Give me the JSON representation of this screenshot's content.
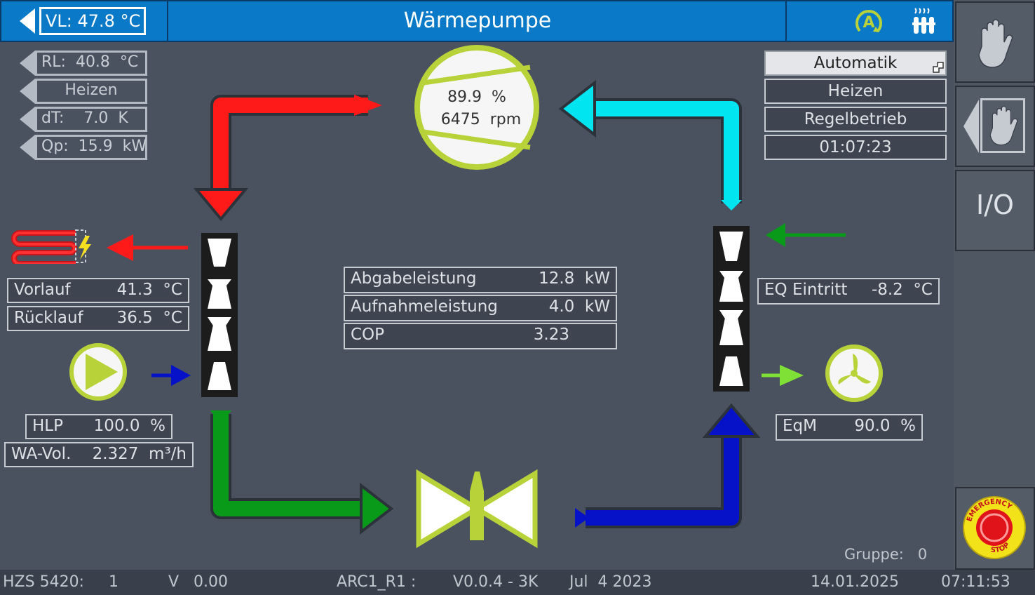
{
  "header": {
    "title": "Wärmepumpe",
    "vl": "VL:  47.8 °C"
  },
  "left_tags": {
    "rl": "RL:  40.8  °C",
    "mode": "Heizen",
    "dt": "dT:    7.0  K",
    "qp": "Qp:  15.9  kW"
  },
  "compressor": {
    "percent": "89.9  %",
    "rpm": "6475  rpm"
  },
  "right_status": {
    "automatik": "Automatik",
    "heizen": "Heizen",
    "regelbetrieb": "Regelbetrieb",
    "time": "01:07:23"
  },
  "left_values": {
    "vorlauf_label": "Vorlauf",
    "vorlauf_value": "41.3  °C",
    "ruecklauf_label": "Rücklauf",
    "ruecklauf_value": "36.5  °C",
    "hlp_label": "HLP",
    "hlp_value": "100.0  %",
    "wavol_label": "WA-Vol.",
    "wavol_value": "2.327  m³/h"
  },
  "center_values": {
    "abgabe_label": "Abgabeleistung",
    "abgabe_value": "12.8  kW",
    "aufnahme_label": "Aufnahmeleistung",
    "aufnahme_value": "4.0  kW",
    "cop_label": "COP",
    "cop_value": "3.23"
  },
  "right_values": {
    "eq_label": "EQ Eintritt",
    "eq_value": "-8.2  °C",
    "eqm_label": "EqM",
    "eqm_value": "90.0  %"
  },
  "sidebar": {
    "io_label": "I/O",
    "emergency_label": "EMERGENCY STOP"
  },
  "gruppe": "Gruppe:   0",
  "statusbar": {
    "hzs": "HZS 5420:     1",
    "v": "V   0.00",
    "arc": "ARC1_R1 :",
    "version": "V0.0.4 - 3K",
    "build": "Jul  4 2023",
    "date": "14.01.2025",
    "time": "07:11:53"
  },
  "colors": {
    "hot": "#ff1a1a",
    "cold_suction": "#00e5f0",
    "liquid": "#0a9a1a",
    "expanded": "#0612c8",
    "accent": "#b8d23a"
  }
}
